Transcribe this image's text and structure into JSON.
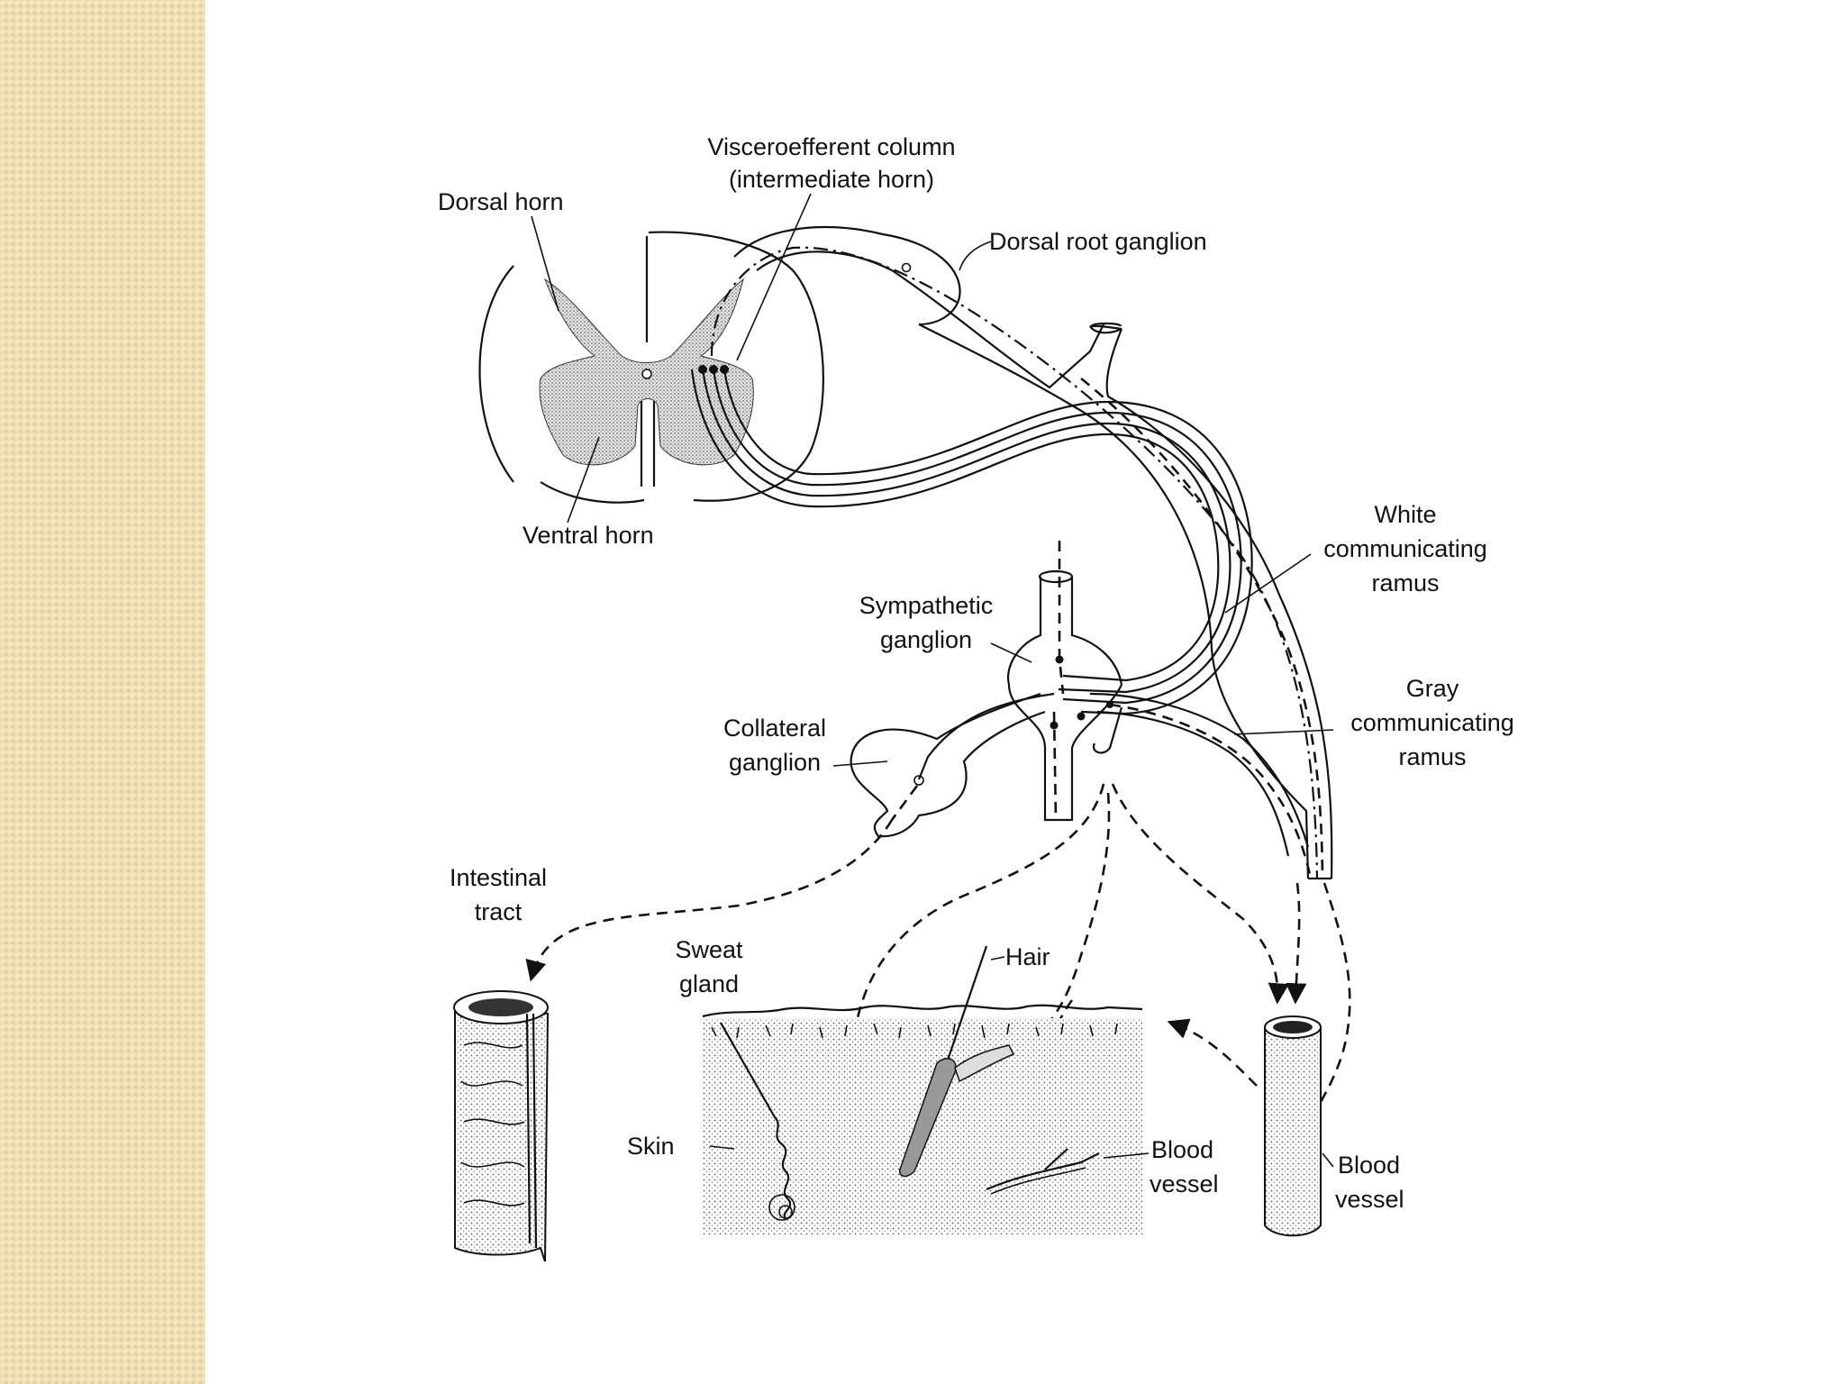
{
  "labels": {
    "visceroefferent_1": "Visceroefferent column",
    "visceroefferent_2": "(intermediate horn)",
    "dorsal_horn": "Dorsal horn",
    "dorsal_root_ganglion": "Dorsal root ganglion",
    "ventral_horn": "Ventral horn",
    "white_ramus_1": "White",
    "white_ramus_2": "communicating",
    "white_ramus_3": "ramus",
    "sympathetic_ganglion_1": "Sympathetic",
    "sympathetic_ganglion_2": "ganglion",
    "gray_ramus_1": "Gray",
    "gray_ramus_2": "communicating",
    "gray_ramus_3": "ramus",
    "collateral_ganglion_1": "Collateral",
    "collateral_ganglion_2": "ganglion",
    "intestinal_tract_1": "Intestinal",
    "intestinal_tract_2": "tract",
    "sweat_gland_1": "Sweat",
    "sweat_gland_2": "gland",
    "hair": "Hair",
    "skin": "Skin",
    "blood_vessel_skin_1": "Blood",
    "blood_vessel_skin_2": "vessel",
    "blood_vessel_1": "Blood",
    "blood_vessel_2": "vessel"
  },
  "colors": {
    "sidebar": "#efdcb0",
    "ink": "#111111",
    "gray_matter": "#d9d9d9",
    "background": "#ffffff"
  }
}
